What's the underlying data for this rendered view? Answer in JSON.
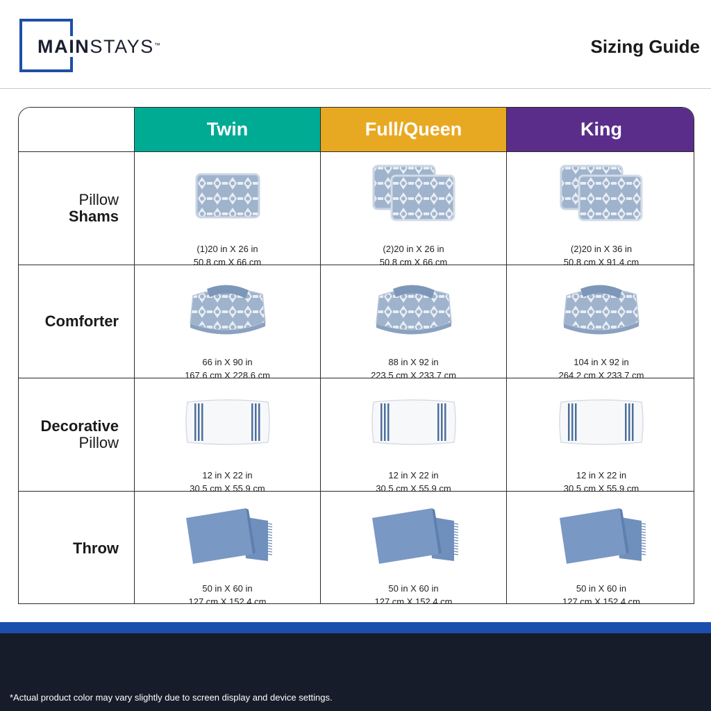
{
  "brand": {
    "logo_strong": "MAIN",
    "logo_light": "STAYS",
    "trademark": "™"
  },
  "title": "Sizing Guide",
  "colors": {
    "twin": "#00ab94",
    "full_queen": "#e8a922",
    "king": "#5b2d8a",
    "brand_blue": "#1b4fae",
    "footer": "#171c2a"
  },
  "columns": [
    {
      "label": "Twin"
    },
    {
      "label": "Full/Queen"
    },
    {
      "label": "King"
    }
  ],
  "rows": [
    {
      "label_light": "Pillow",
      "label_bold": "Shams",
      "order": "light-first",
      "icon": "pillow-sham-icon",
      "sizes": [
        {
          "imperial": "(1)20 in X 26 in",
          "metric": "50.8 cm X 66 cm",
          "count": 1
        },
        {
          "imperial": "(2)20 in X 26 in",
          "metric": "50.8 cm X 66 cm",
          "count": 2
        },
        {
          "imperial": "(2)20 in X 36 in",
          "metric": "50.8 cm X 91.4 cm",
          "count": 2
        }
      ]
    },
    {
      "label_light": "",
      "label_bold": "Comforter",
      "order": "bold-only",
      "icon": "comforter-icon",
      "sizes": [
        {
          "imperial": "66 in X 90 in",
          "metric": "167.6 cm X 228.6 cm"
        },
        {
          "imperial": "88 in X 92 in",
          "metric": "223.5 cm X 233.7 cm"
        },
        {
          "imperial": "104 in X 92 in",
          "metric": "264.2 cm X 233.7 cm"
        }
      ]
    },
    {
      "label_light": "Pillow",
      "label_bold": "Decorative",
      "order": "bold-first",
      "icon": "decorative-pillow-icon",
      "sizes": [
        {
          "imperial": "12 in X 22 in",
          "metric": "30.5 cm X 55.9 cm"
        },
        {
          "imperial": "12 in X 22 in",
          "metric": "30.5 cm X 55.9 cm"
        },
        {
          "imperial": "12 in X 22 in",
          "metric": "30.5 cm X 55.9 cm"
        }
      ]
    },
    {
      "label_light": "",
      "label_bold": "Throw",
      "order": "bold-only",
      "icon": "throw-blanket-icon",
      "sizes": [
        {
          "imperial": "50 in X 60 in",
          "metric": "127 cm X 152.4 cm"
        },
        {
          "imperial": "50 in X 60 in",
          "metric": "127 cm X 152.4 cm"
        },
        {
          "imperial": "50 in X 60 in",
          "metric": "127 cm X 152.4 cm"
        }
      ]
    }
  ],
  "disclaimer": "*Actual product color may vary slightly due to screen display and device settings."
}
